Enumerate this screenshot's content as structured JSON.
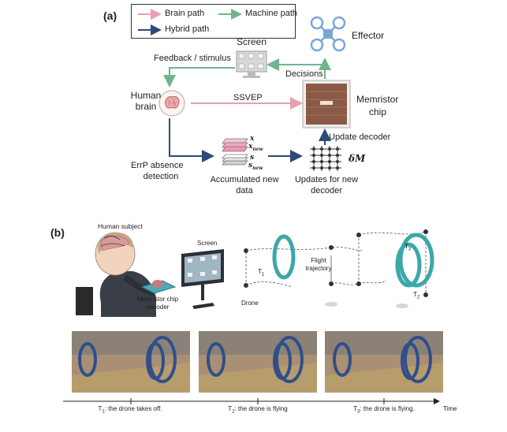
{
  "panel_a": {
    "label": "(a)",
    "legend": {
      "brain": "Brain path",
      "machine": "Machine path",
      "hybrid": "Hybrid path"
    },
    "nodes": {
      "effector": "Effector",
      "screen": "Screen",
      "feedback": "Feedback / stimulus",
      "decisions": "Decisions",
      "human_brain_line1": "Human",
      "human_brain_line2": "brain",
      "ssvep": "SSVEP",
      "memristor_line1": "Memristor",
      "memristor_line2": "chip",
      "update_decoder": "Update decoder",
      "errp_line1": "ErrP absence",
      "errp_line2": "detection",
      "accum_line1": "Accumulated new",
      "accum_line2": "data",
      "updates_line1": "Updates for new",
      "updates_line2": "decoder",
      "var_x": "x",
      "var_xnew": "x",
      "var_xnew_sub": "new",
      "var_s": "s",
      "var_snew": "s",
      "var_snew_sub": "new",
      "delta_m": "δM"
    },
    "colors": {
      "brain": "#e8a0ad",
      "machine": "#6fb58f",
      "hybrid": "#2e4a7a"
    }
  },
  "panel_b": {
    "label": "(b)",
    "human_subject": "Human subject",
    "screen": "Screen",
    "chip_line1": "Memristor chip",
    "chip_line2": "decoder",
    "t1": "T",
    "t1_sub": "1",
    "flight_line1": "Flight",
    "flight_line2": "trajectory",
    "drone": "Drone",
    "t3": "T",
    "t3_sub": "3",
    "t2": "T",
    "t2_sub": "2",
    "caption1_pre": "T",
    "caption1_sub": "1",
    "caption1_post": ": the drone takes off.",
    "caption2_pre": "T",
    "caption2_sub": "2",
    "caption2_post": ": the drone is flying",
    "caption3_pre": "T",
    "caption3_sub": "3",
    "caption3_post": ": the drone is flying.",
    "time": "Time",
    "ring_color": "#3aa8a8"
  }
}
